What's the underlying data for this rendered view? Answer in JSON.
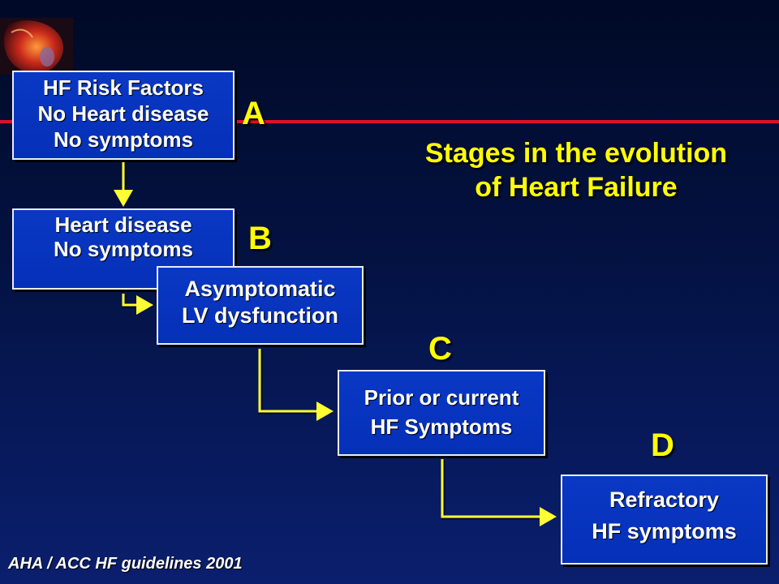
{
  "title": {
    "line1": "Stages in the evolution",
    "line2": "of Heart Failure"
  },
  "stages": {
    "a": "A",
    "b": "B",
    "c": "C",
    "d": "D"
  },
  "boxes": {
    "a": [
      "HF Risk Factors",
      "No Heart disease",
      "No symptoms"
    ],
    "b": [
      "Heart disease",
      "No symptoms"
    ],
    "b2": [
      "Asymptomatic",
      "LV dysfunction"
    ],
    "c": [
      "Prior or current",
      "HF Symptoms"
    ],
    "d": [
      "Refractory",
      "HF symptoms"
    ]
  },
  "footnote": "AHA / ACC HF guidelines 2001",
  "colors": {
    "background": "#041243",
    "box_fill": "#0530b8",
    "box_border": "#e8ecff",
    "accent_text": "#ffff00",
    "divider": "#e0102a",
    "arrow": "#ffff33"
  }
}
